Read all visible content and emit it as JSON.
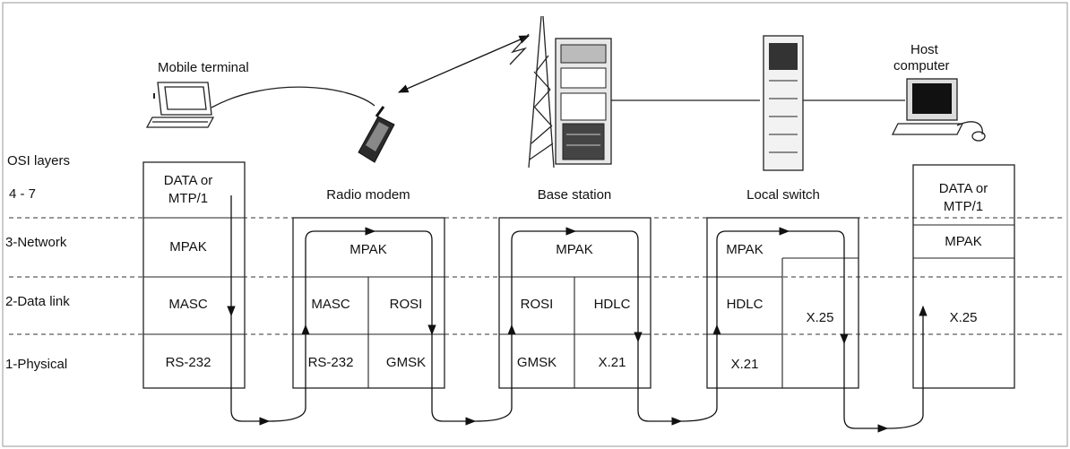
{
  "figure": {
    "devices": {
      "mobile_terminal": "Mobile terminal",
      "host_computer_line1": "Host",
      "host_computer_line2": "computer"
    },
    "osi": {
      "heading": "OSI layers",
      "layer_4_7": "4 - 7",
      "layer_3": "3-Network",
      "layer_2": "2-Data link",
      "layer_1": "1-Physical"
    },
    "stacks": {
      "mobile": {
        "top_line1": "DATA or",
        "top_line2": "MTP/1",
        "network": "MPAK",
        "datalink": "MASC",
        "physical": "RS-232"
      },
      "radio_modem": {
        "title": "Radio modem",
        "network": "MPAK",
        "datalink_left": "MASC",
        "datalink_right": "ROSI",
        "physical_left": "RS-232",
        "physical_right": "GMSK"
      },
      "base_station": {
        "title": "Base station",
        "network": "MPAK",
        "datalink_left": "ROSI",
        "datalink_right": "HDLC",
        "physical_left": "GMSK",
        "physical_right": "X.21"
      },
      "local_switch": {
        "title": "Local switch",
        "network": "MPAK",
        "datalink_left": "HDLC",
        "right_column": "X.25",
        "physical_left": "X.21"
      },
      "host": {
        "top_line1": "DATA or",
        "top_line2": "MTP/1",
        "network": "MPAK",
        "lower": "X.25"
      }
    }
  }
}
